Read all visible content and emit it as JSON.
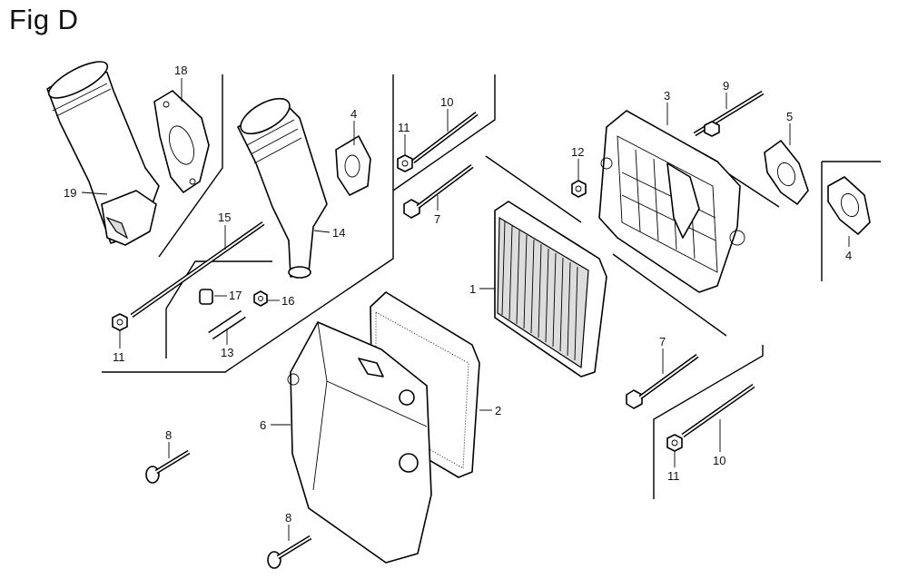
{
  "figure": {
    "title": "Fig D"
  },
  "callouts": [
    {
      "id": "c18",
      "text": "18"
    },
    {
      "id": "c19",
      "text": "19"
    },
    {
      "id": "c4a",
      "text": "4"
    },
    {
      "id": "c14",
      "text": "14"
    },
    {
      "id": "c15",
      "text": "15"
    },
    {
      "id": "c17",
      "text": "17"
    },
    {
      "id": "c16",
      "text": "16"
    },
    {
      "id": "c13",
      "text": "13"
    },
    {
      "id": "c11a",
      "text": "11"
    },
    {
      "id": "c11b",
      "text": "11"
    },
    {
      "id": "c10a",
      "text": "10"
    },
    {
      "id": "c7a",
      "text": "7"
    },
    {
      "id": "c12",
      "text": "12"
    },
    {
      "id": "c3",
      "text": "3"
    },
    {
      "id": "c9",
      "text": "9"
    },
    {
      "id": "c5",
      "text": "5"
    },
    {
      "id": "c4b",
      "text": "4"
    },
    {
      "id": "c1",
      "text": "1"
    },
    {
      "id": "c2",
      "text": "2"
    },
    {
      "id": "c6",
      "text": "6"
    },
    {
      "id": "c8a",
      "text": "8"
    },
    {
      "id": "c8b",
      "text": "8"
    },
    {
      "id": "c7b",
      "text": "7"
    },
    {
      "id": "c11c",
      "text": "11"
    },
    {
      "id": "c10b",
      "text": "10"
    }
  ]
}
